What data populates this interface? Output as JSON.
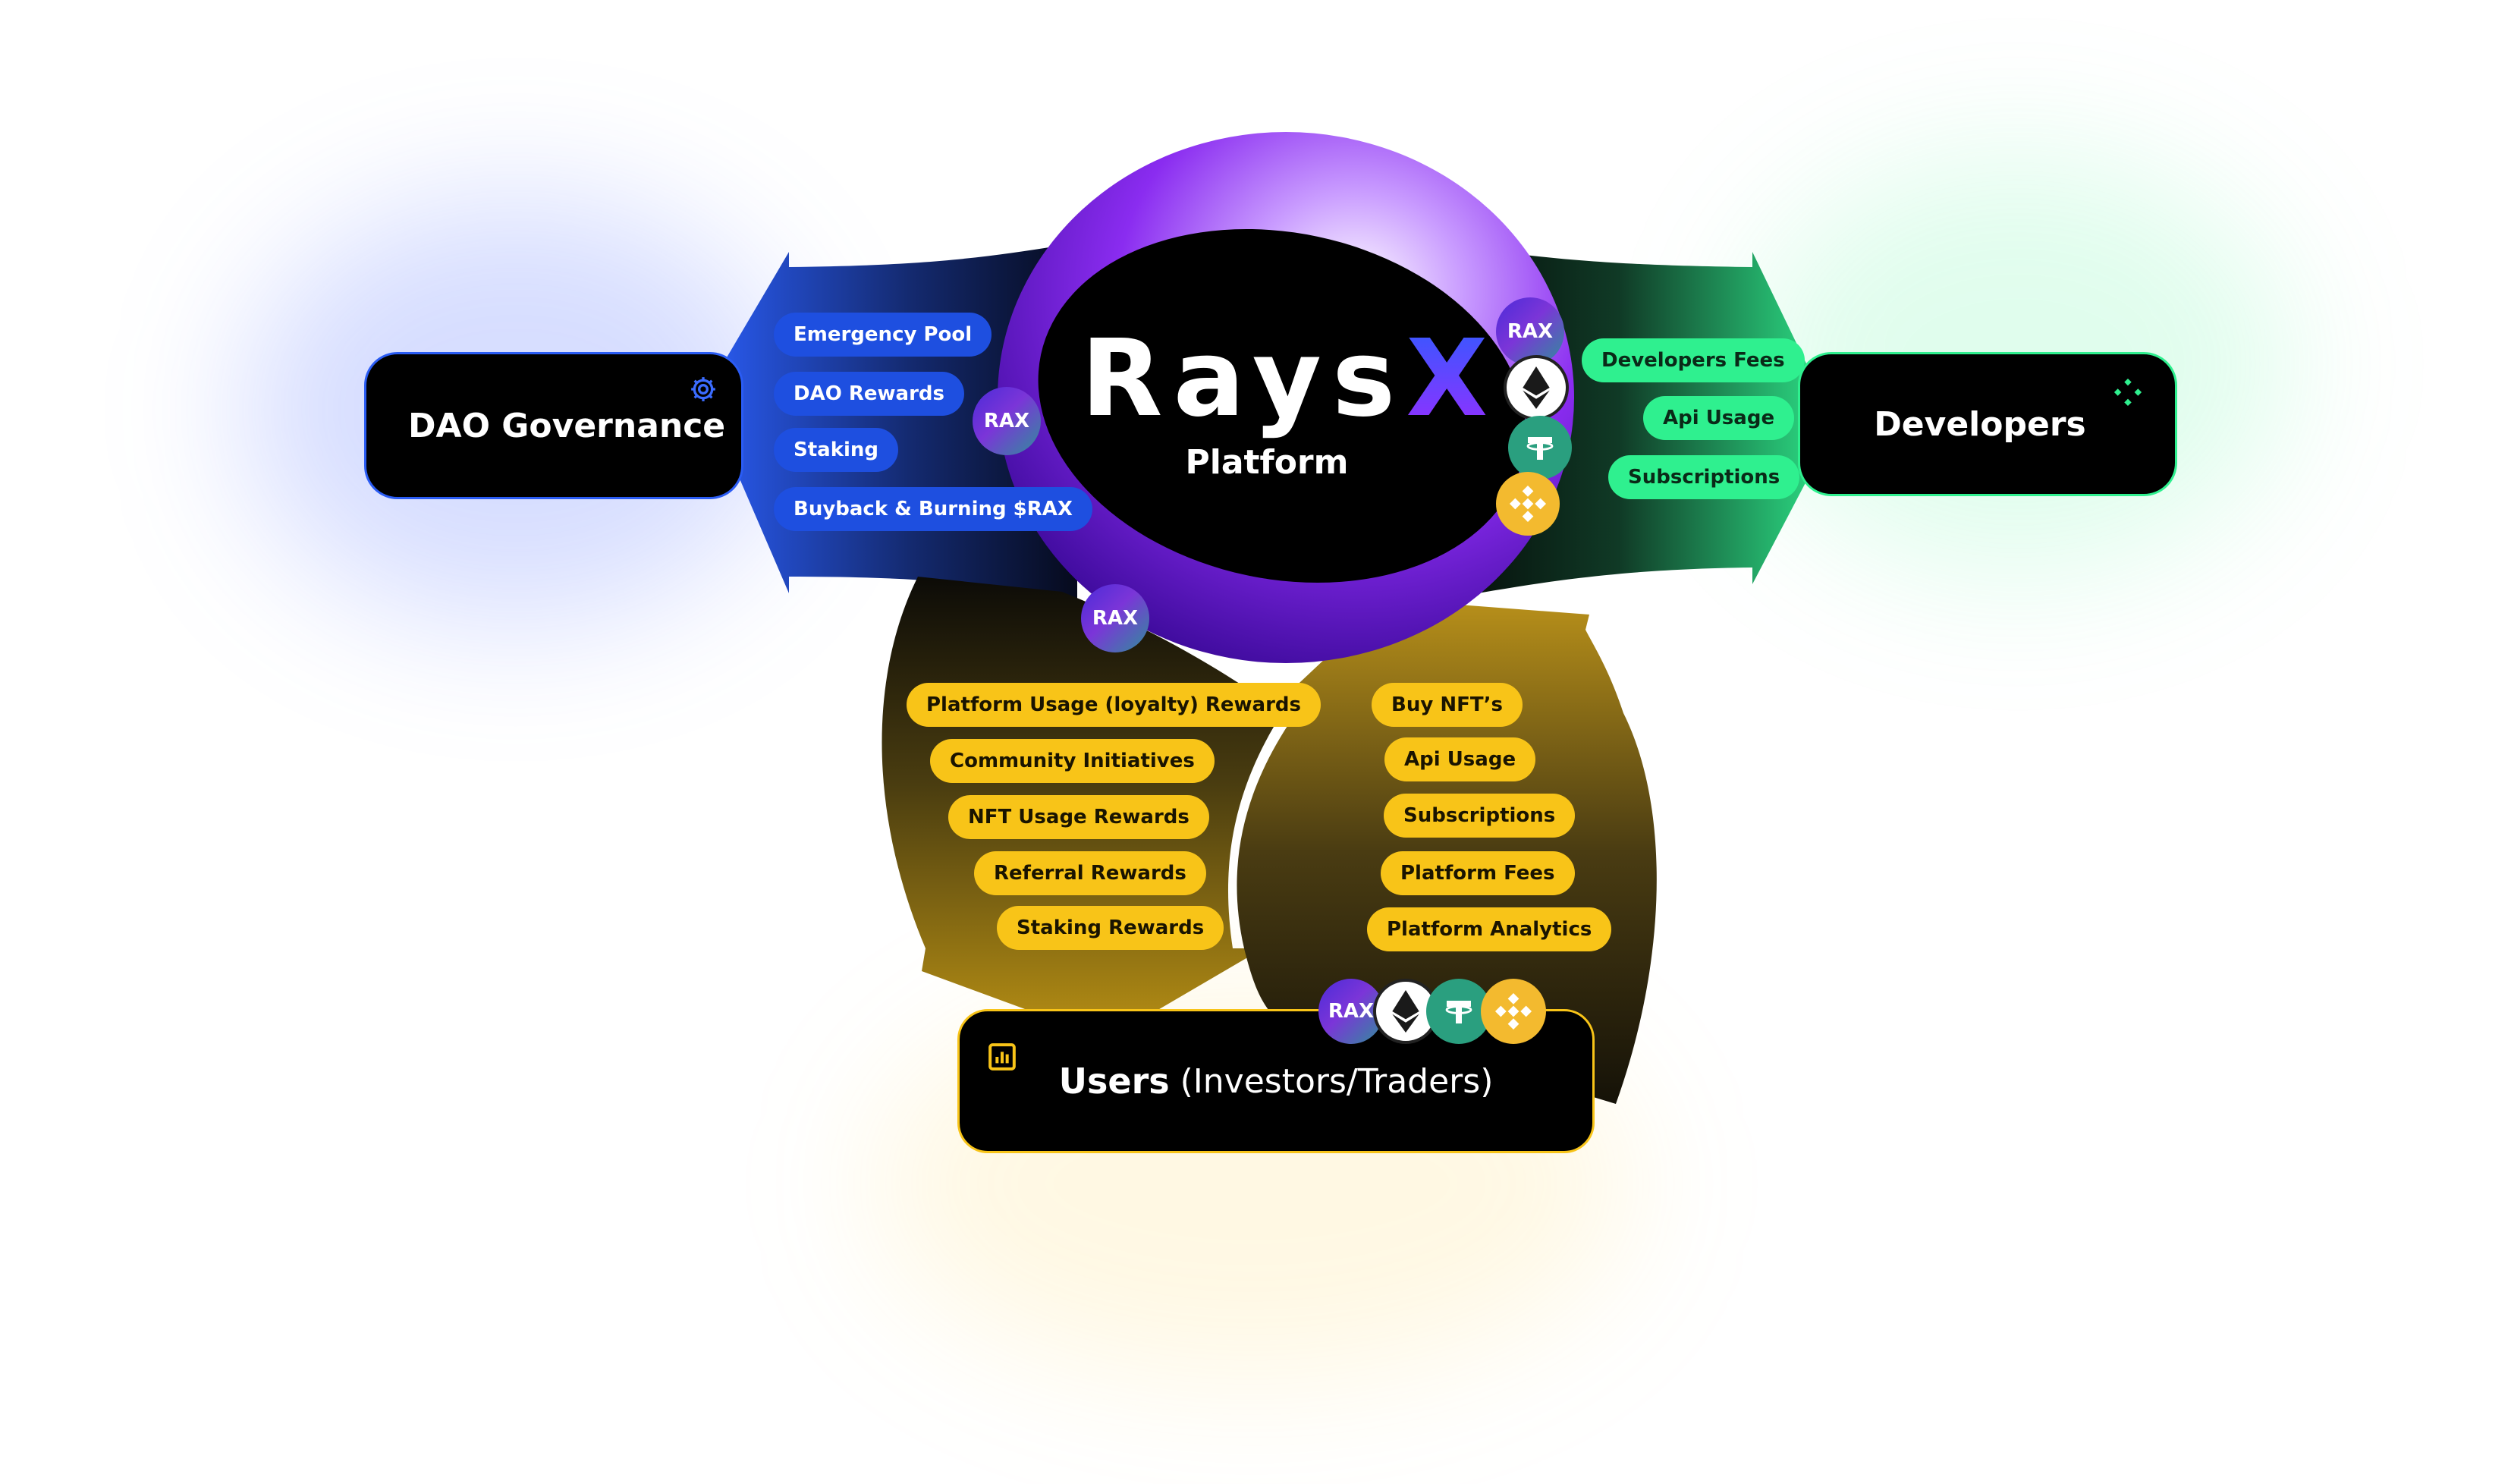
{
  "center": {
    "logo_text": "Rays",
    "logo_accent": "X",
    "subtitle": "Platform"
  },
  "dao": {
    "title": "DAO Governance",
    "icon": "gear-icon",
    "color": "#1e4fe0",
    "items": [
      "Emergency Pool",
      "DAO Rewards",
      "Staking",
      "Buyback & Burning $RAX"
    ]
  },
  "developers": {
    "title": "Developers",
    "icon": "nodes-icon",
    "color": "#2ff08f",
    "items": [
      "Developers Fees",
      "Api Usage",
      "Subscriptions"
    ]
  },
  "users": {
    "title": "Users",
    "subtitle": "(Investors/Traders)",
    "icon": "bar-chart-icon",
    "color": "#f8c418",
    "outgoing_items": [
      "Platform Usage (loyalty) Rewards",
      "Community Initiatives",
      "NFT Usage Rewards",
      "Referral Rewards",
      "Staking Rewards"
    ],
    "incoming_items": [
      "Buy NFT’s",
      "Api Usage",
      "Subscriptions",
      "Platform Fees",
      "Platform Analytics"
    ]
  },
  "token_label": "RAX",
  "coin_icons": [
    "rax-coin-icon",
    "ethereum-icon",
    "tether-icon",
    "bnb-icon"
  ]
}
